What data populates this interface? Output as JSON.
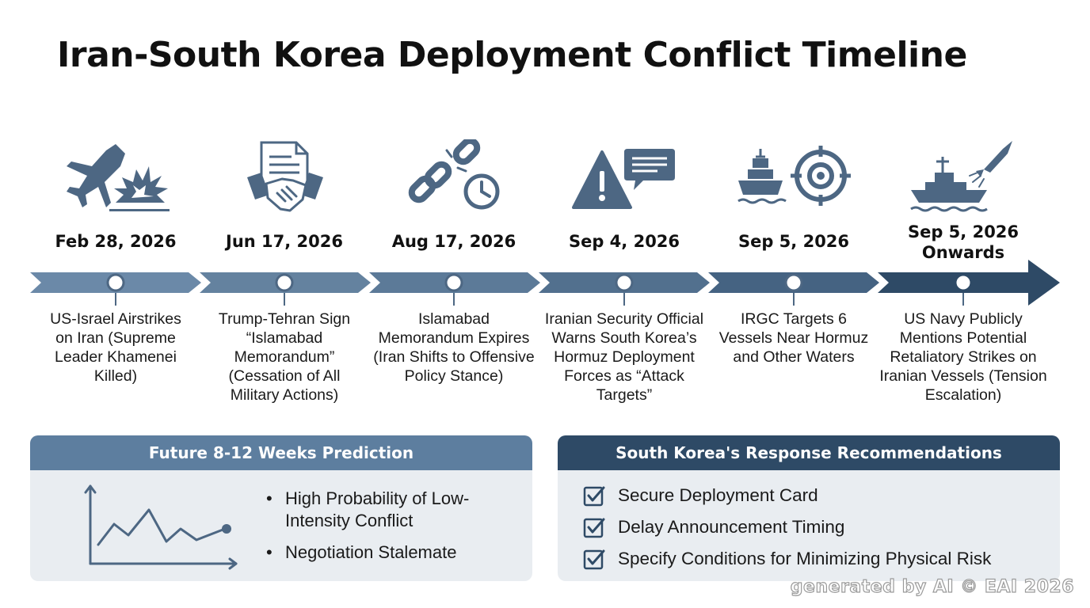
{
  "title": "Iran-South Korea Deployment Conflict Timeline",
  "colors": {
    "arrow_light": "#6b89a8",
    "arrow_dark": "#2e4a66",
    "icon": "#4d6783",
    "panel_left_header": "#5d7e9f",
    "panel_right_header": "#2e4a66",
    "panel_bg": "#e9edf1"
  },
  "events": [
    {
      "date": "Feb 28, 2026",
      "icon": "fighter-jet-explosion-icon",
      "text": "US-Israel Airstrikes on Iran (Supreme Leader Khamenei Killed)"
    },
    {
      "date": "Jun 17, 2026",
      "icon": "document-handshake-icon",
      "text": "Trump-Tehran Sign “Islamabad Memorandum” (Cessation of All Military Actions)"
    },
    {
      "date": "Aug 17, 2026",
      "icon": "broken-chain-clock-icon",
      "text": "Islamabad Memorandum Expires (Iran Shifts to Offensive Policy Stance)"
    },
    {
      "date": "Sep 4, 2026",
      "icon": "warning-speech-bubble-icon",
      "text": "Iranian Security Official Warns South Korea’s Hormuz Deployment Forces as “Attack Targets”"
    },
    {
      "date": "Sep 5, 2026",
      "icon": "ship-target-icon",
      "text": "IRGC Targets 6 Vessels Near Hormuz and Other Waters"
    },
    {
      "date": "Sep 5, 2026 Onwards",
      "icon": "warship-missile-icon",
      "text": "US Navy Publicly Mentions Potential Retaliatory Strikes on Iranian Vessels (Tension Escalation)"
    }
  ],
  "prediction": {
    "header": "Future 8-12 Weeks Prediction",
    "chart_icon": "line-chart-icon",
    "bullets": [
      "High Probability of Low-Intensity Conflict",
      "Negotiation Stalemate"
    ]
  },
  "recommendations": {
    "header": "South Korea's Response Recommendations",
    "items": [
      "Secure Deployment Card",
      "Delay Announcement Timing",
      "Specify Conditions for Minimizing Physical Risk"
    ]
  },
  "footer": "generated by AI © EAI 2026"
}
